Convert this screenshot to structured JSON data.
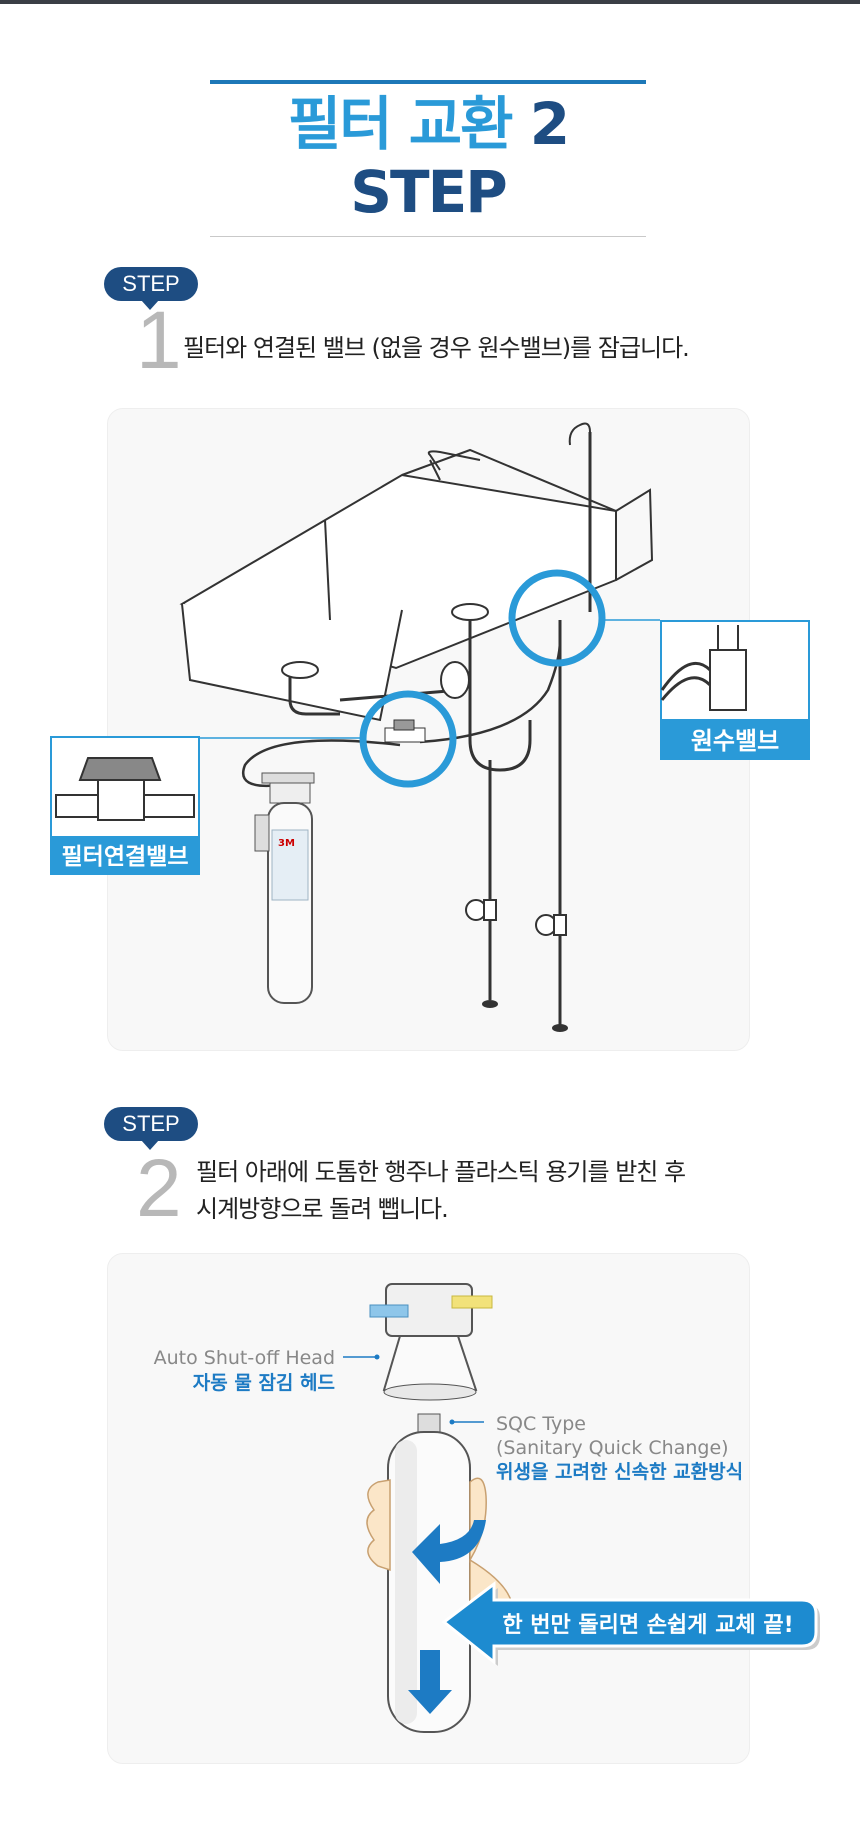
{
  "title": {
    "part1": "필터 교환",
    "part2": "2 STEP"
  },
  "step1": {
    "badge": "STEP",
    "number": "1",
    "text": "필터와 연결된 밸브 (없을 경우 원수밸브)를 잠급니다.",
    "label_supply_valve": "원수밸브",
    "label_filter_valve": "필터연결밸브",
    "filter_brand": "3M"
  },
  "step2": {
    "badge": "STEP",
    "number": "2",
    "text_line1": "필터 아래에 도톰한 행주나 플라스틱 용기를 받친 후",
    "text_line2": "시계방향으로 돌려 뺍니다.",
    "head_label_en": "Auto Shut-off Head",
    "head_label_ko": "자동 물 잠김 헤드",
    "sqc_line1": "SQC Type",
    "sqc_line2": "(Sanitary Quick Change)",
    "sqc_ko": "위생을 고려한 신속한 교환방식",
    "callout": "한 번만 돌리면 손쉽게 교체 끝!"
  },
  "colors": {
    "accent_blue": "#2a9ad8",
    "dark_blue": "#1e4d82",
    "label_blue": "#1d7bc4"
  }
}
